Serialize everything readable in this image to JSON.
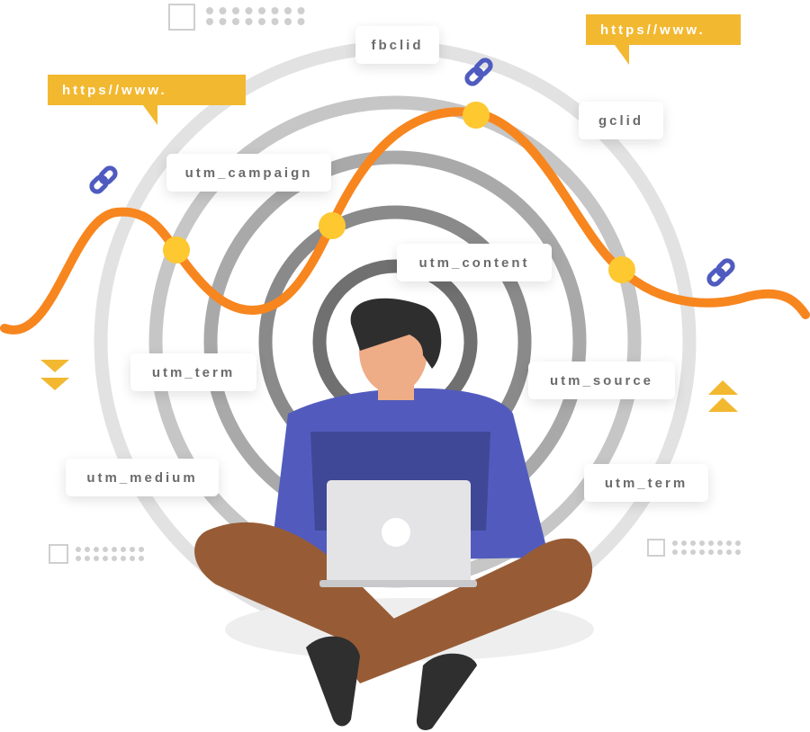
{
  "bubbles": [
    "https//www.",
    "https//www."
  ],
  "tags": {
    "fbclid": "fbclid",
    "gclid": "gclid",
    "utm_campaign": "utm_campaign",
    "utm_content": "utm_content",
    "utm_term_left": "utm_term",
    "utm_source": "utm_source",
    "utm_medium": "utm_medium",
    "utm_term_right": "utm_term"
  },
  "colors": {
    "orange": "#f7861f",
    "yellow": "#fdc830",
    "link": "#4f5bbf",
    "shirt": "#525bbd",
    "skin": "#eeac87",
    "pants": "#975c36",
    "bubble": "#f2b830"
  }
}
